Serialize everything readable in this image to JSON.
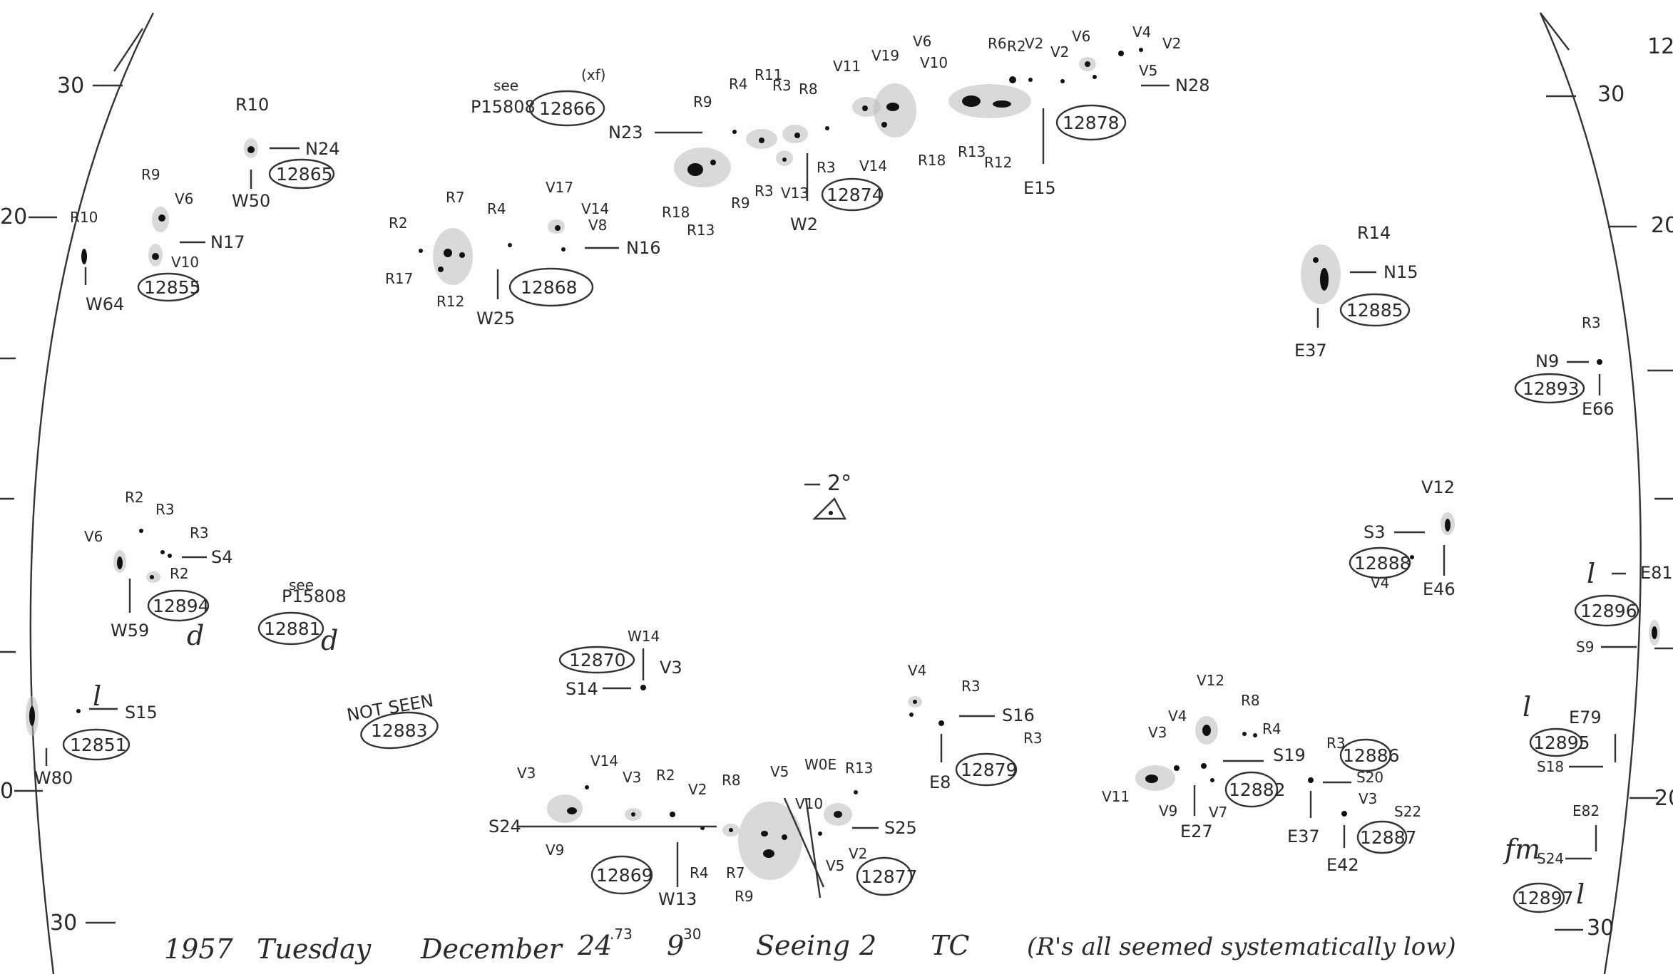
{
  "axis": {
    "left": [
      "30",
      "20",
      "0"
    ],
    "right": [
      "30",
      "20"
    ],
    "bottom_left": "30",
    "bottom_right": "30",
    "corner_top": "12",
    "right_partial": [
      "20",
      "20"
    ]
  },
  "center": {
    "label": "2°"
  },
  "footer": {
    "year": "1957",
    "day": "Tuesday",
    "month": "December",
    "date": "24",
    "date_sup": ".73",
    "time": "9",
    "time_sup": "30",
    "seeing_label": "Seeing",
    "seeing_value": "2",
    "observer": "TC",
    "note": "(R's all seemed systematically low)"
  },
  "groups": [
    {
      "id": "12865",
      "labels": [
        "R10",
        "N24",
        "W50"
      ]
    },
    {
      "id": "12855",
      "labels": [
        "R9",
        "V6",
        "N17",
        "V10",
        "R10",
        "W64"
      ]
    },
    {
      "id": "12866",
      "labels": [
        "see",
        "P15808",
        "(xf)"
      ]
    },
    {
      "id": "12868",
      "labels": [
        "R2",
        "R7",
        "R4",
        "V17",
        "V14",
        "V8",
        "N16",
        "R17",
        "R12",
        "W25"
      ]
    },
    {
      "id": "12874",
      "labels": [
        "N23",
        "R9",
        "R4",
        "R11",
        "R3",
        "R8",
        "V11",
        "V19",
        "V6",
        "V10",
        "R18",
        "R13",
        "R9",
        "R3",
        "V13",
        "R3",
        "V14",
        "W2"
      ]
    },
    {
      "id": "12878",
      "labels": [
        "R6",
        "R2",
        "V2",
        "V2",
        "V6",
        "V4",
        "V2",
        "V5",
        "N28",
        "R18",
        "R13",
        "R12",
        "E15"
      ]
    },
    {
      "id": "12885",
      "labels": [
        "R14",
        "N15",
        "E37"
      ]
    },
    {
      "id": "12893",
      "labels": [
        "R3",
        "N9",
        "E66"
      ]
    },
    {
      "id": "12894",
      "labels": [
        "V6",
        "R2",
        "R3",
        "R3",
        "S4",
        "R2",
        "W59",
        "d"
      ]
    },
    {
      "id": "12881",
      "labels": [
        "see",
        "P15808",
        "d"
      ]
    },
    {
      "id": "12888",
      "labels": [
        "V12",
        "S3",
        "V4",
        "E46"
      ]
    },
    {
      "id": "12896",
      "labels": [
        "l",
        "E81",
        "S9"
      ]
    },
    {
      "id": "12870",
      "labels": [
        "W14",
        "V3",
        "S14"
      ]
    },
    {
      "id": "12851",
      "labels": [
        "l",
        "S15",
        "W80"
      ]
    },
    {
      "id": "12883",
      "labels": [
        "NOT SEEN"
      ]
    },
    {
      "id": "12879",
      "labels": [
        "V4",
        "R3",
        "S16",
        "R3",
        "E8"
      ]
    },
    {
      "id": "12869",
      "labels": [
        "V3",
        "V14",
        "V3",
        "R2",
        "V2",
        "S24",
        "V9",
        "R4",
        "W13"
      ]
    },
    {
      "id": "12877",
      "labels": [
        "R8",
        "V5",
        "W0E",
        "R13",
        "V10",
        "S25",
        "V5",
        "V2",
        "R7",
        "R9"
      ]
    },
    {
      "id": "12882",
      "labels": [
        "V12",
        "R8",
        "R4",
        "V3",
        "V4",
        "S19",
        "V11",
        "V9",
        "V7",
        "E27"
      ]
    },
    {
      "id": "12886",
      "labels": [
        "R3",
        "S20",
        "E37"
      ]
    },
    {
      "id": "12887",
      "labels": [
        "V3",
        "S22",
        "E42"
      ]
    },
    {
      "id": "12895",
      "labels": [
        "l",
        "E79",
        "S18"
      ]
    },
    {
      "id": "12897",
      "labels": [
        "E82",
        "fm",
        "S24",
        "l"
      ]
    }
  ]
}
